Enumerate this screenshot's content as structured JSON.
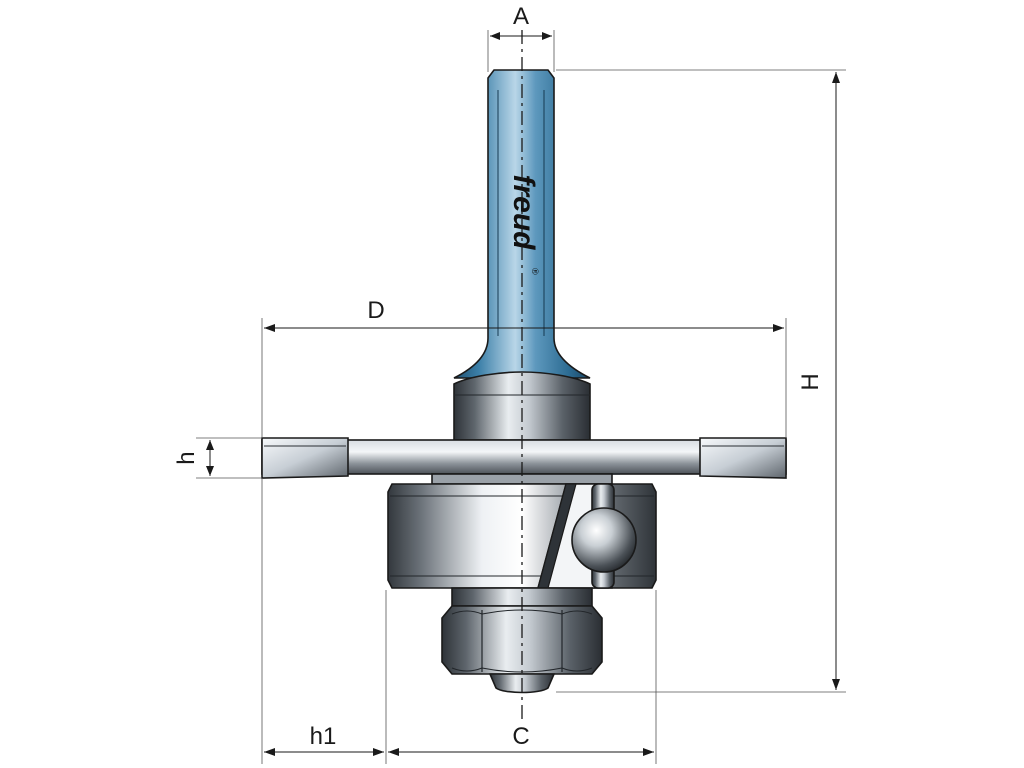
{
  "diagram": {
    "brand": "freud",
    "brand_mark": "®",
    "dimensions": {
      "A": "A",
      "D": "D",
      "H": "H",
      "h": "h",
      "h1": "h1",
      "C": "C"
    }
  },
  "colors": {
    "shank_blue": "#3b7fa8",
    "steel_light": "#e8eef3",
    "steel_dark": "#3a3f45",
    "line": "#1a1a1a"
  }
}
